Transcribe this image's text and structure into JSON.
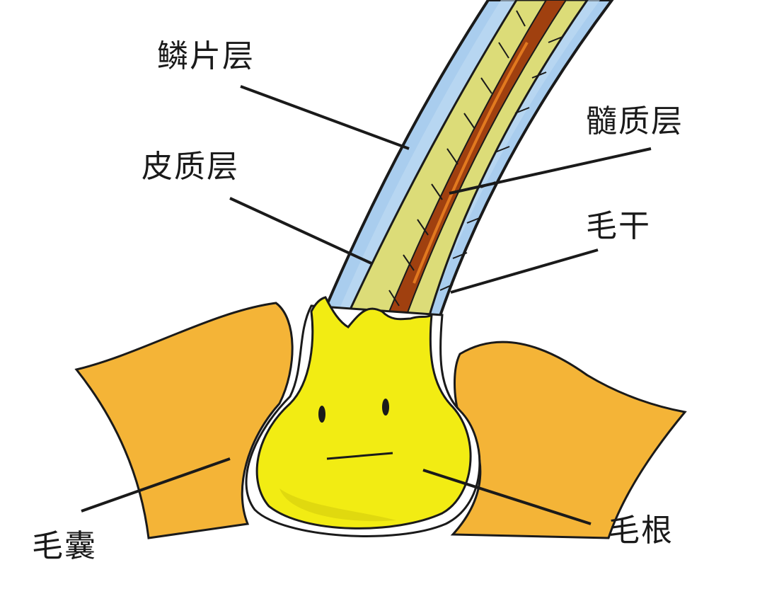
{
  "labels": {
    "cuticle": "鳞片层",
    "cortex": "皮质层",
    "medulla": "髓质层",
    "hair_shaft": "毛干",
    "hair_follicle": "毛囊",
    "hair_root": "毛根"
  },
  "colors": {
    "skin": "#f4b437",
    "root": "#f2ec13",
    "cuticle": "#a9cdee",
    "cortex": "#dcdc78",
    "medulla": "#a0400f",
    "outline": "#1a1a1a"
  }
}
